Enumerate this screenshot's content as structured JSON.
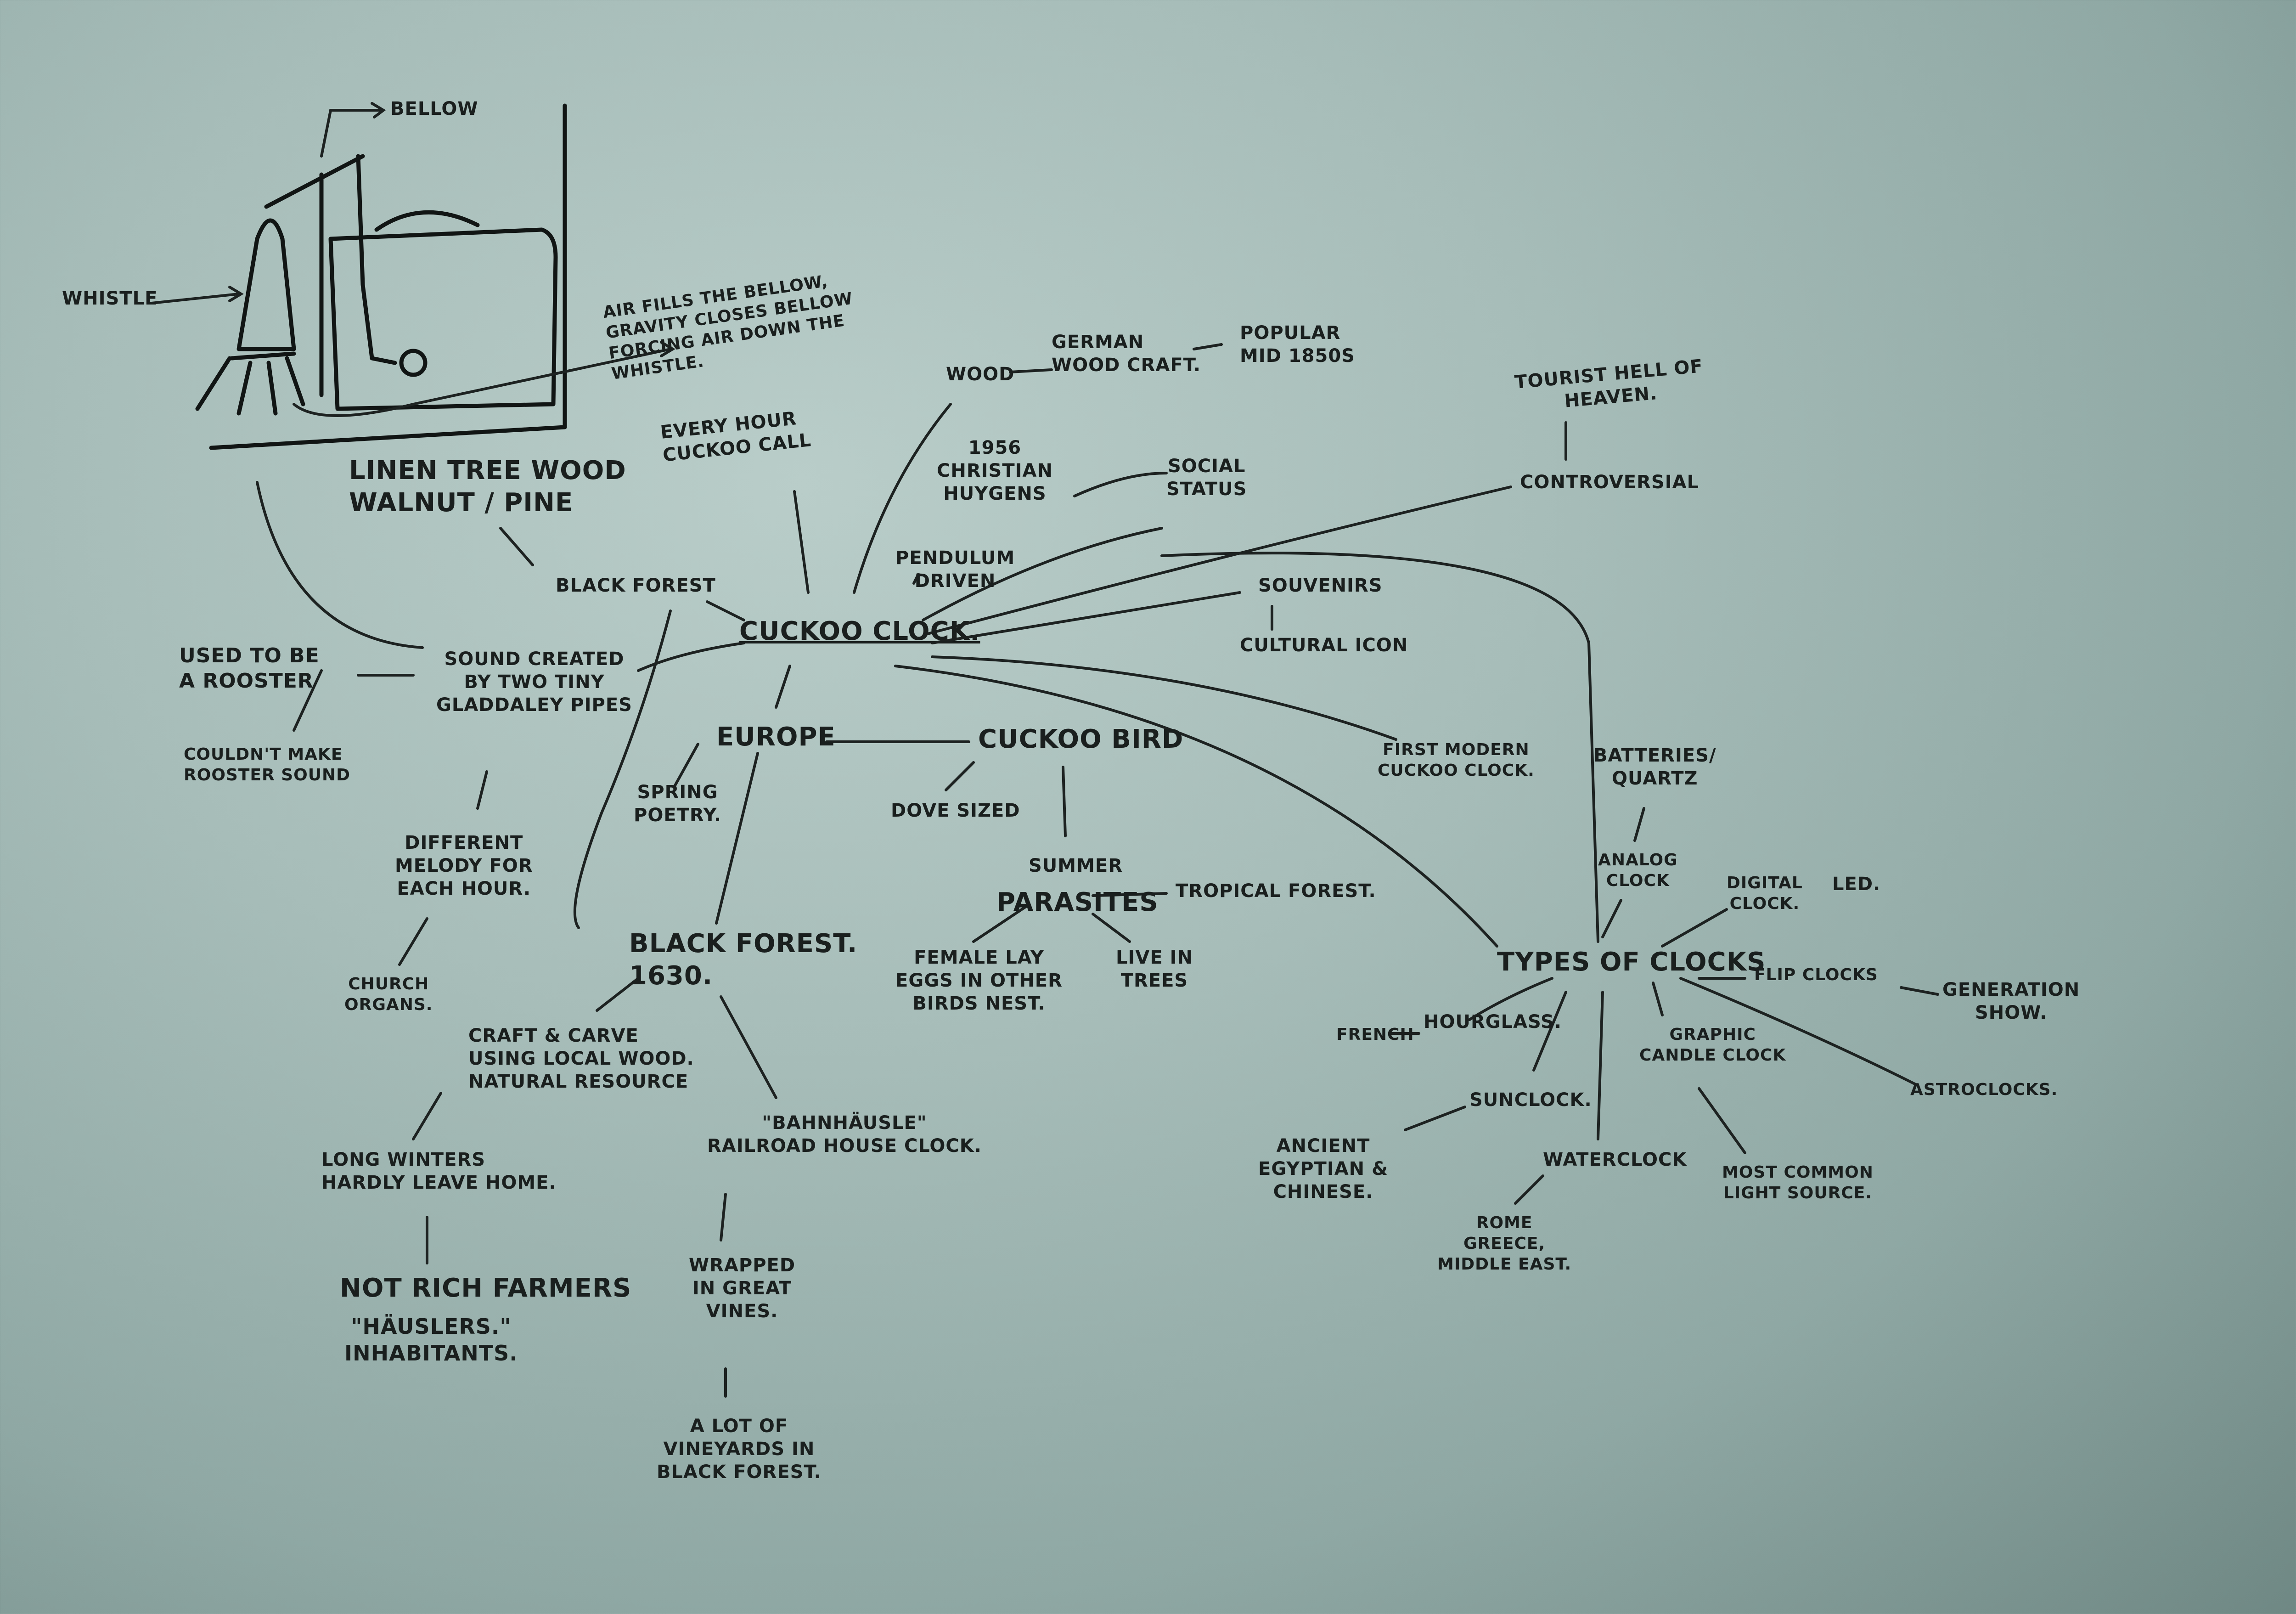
{
  "sketch": {
    "bellow": "BELLOW",
    "whistle": "WHISTLE",
    "air": "AIR FILLS THE BELLOW,\nGRAVITY CLOSES BELLOW\nFORCING AIR DOWN THE\nWHISTLE."
  },
  "nodes": {
    "center": "CUCKOO CLOCK.",
    "linen": "LINEN TREE WOOD\nWALNUT / PINE",
    "black_forest": "BLACK FOREST",
    "every_hour": "EVERY HOUR\nCUCKOO CALL",
    "wood": "WOOD",
    "german": "GERMAN\nWOOD CRAFT.",
    "popular": "POPULAR\nMID 1850S",
    "tourist": "TOURIST HELL OF\nHEAVEN.",
    "controversial": "CONTROVERSIAL",
    "year_1956": "1956\nCHRISTIAN\nHUYGENS",
    "social": "SOCIAL\nSTATUS",
    "pendulum": "PENDULUM\nDRIVEN",
    "souvenirs": "SOUVENIRS",
    "cultural": "CULTURAL ICON",
    "used_rooster": "USED TO BE\nA ROOSTER",
    "couldnt": "COULDN'T MAKE\nROOSTER SOUND",
    "sound": "SOUND CREATED\nBY TWO TINY\nGLADDALEY PIPES",
    "different": "DIFFERENT\nMELODY FOR\nEACH HOUR.",
    "church": "CHURCH\nORGANS.",
    "europe": "EUROPE",
    "spring": "SPRING\nPOETRY.",
    "cuckoo_bird": "CUCKOO BIRD",
    "dove": "DOVE SIZED",
    "summer": "SUMMER",
    "parasites": "PARASITES",
    "tropical": "TROPICAL FOREST.",
    "female": "FEMALE LAY\nEGGS IN OTHER\nBIRDS NEST.",
    "live_trees": "LIVE IN\nTREES",
    "first_modern": "FIRST MODERN\nCUCKOO CLOCK.",
    "black_forest_1630": "BLACK FOREST.\n1630.",
    "craft": "CRAFT & CARVE\nUSING LOCAL WOOD.\nNATURAL RESOURCE",
    "long_winters": "LONG WINTERS\nHARDLY LEAVE HOME.",
    "not_rich": "NOT RICH FARMERS",
    "hauslers": "\"HÄUSLERS.\"\nINHABITANTS.",
    "bahnhausle": "\"BAHNHÄUSLE\"\nRAILROAD HOUSE CLOCK.",
    "wrapped": "WRAPPED\nIN GREAT\nVINES.",
    "vineyards": "A LOT OF\nVINEYARDS IN\nBLACK FOREST.",
    "batteries": "BATTERIES/\nQUARTZ",
    "analog": "ANALOG\nCLOCK",
    "digital": "DIGITAL\nCLOCK.",
    "led": "LED.",
    "types": "TYPES OF CLOCKS",
    "flip": "FLIP CLOCKS",
    "generation": "GENERATION\nSHOW.",
    "french": "FRENCH",
    "hourglass": "HOURGLASS.",
    "graphic_candle": "GRAPHIC\nCANDLE CLOCK",
    "astroclock": "ASTROCLOCKS.",
    "sunclock": "SUNCLOCK.",
    "ancient": "ANCIENT\nEGYPTIAN &\nCHINESE.",
    "waterclock": "WATERCLOCK",
    "rome": "ROME\nGREECE,\nMIDDLE EAST.",
    "most_common": "MOST COMMON\nLIGHT SOURCE."
  }
}
